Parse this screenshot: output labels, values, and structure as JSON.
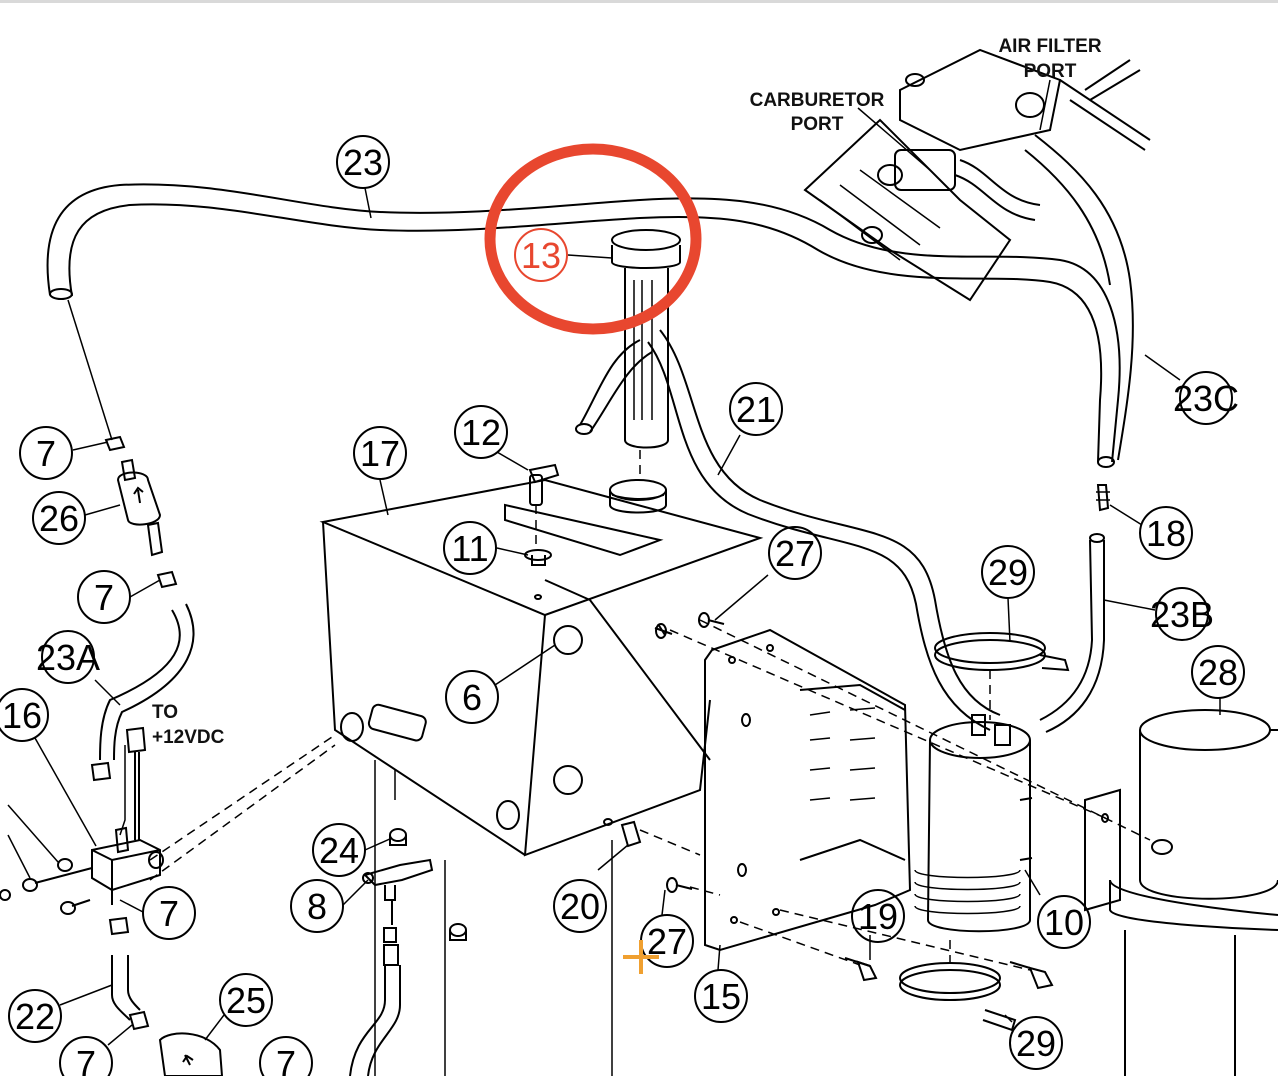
{
  "annotations": {
    "air_filter_port": [
      "AIR FILTER",
      "PORT"
    ],
    "carburetor_port": [
      "CARBURETOR",
      "PORT"
    ],
    "power_source": [
      "TO",
      "+12VDC"
    ]
  },
  "callouts": {
    "c23": "23",
    "c13": "13",
    "c23C": "23C",
    "c21": "21",
    "c12": "12",
    "c17": "17",
    "c7a": "7",
    "c26": "26",
    "c18": "18",
    "c11": "11",
    "c27a": "27",
    "c29a": "29",
    "c7b": "7",
    "c23B": "23B",
    "c23A": "23A",
    "c28": "28",
    "c6": "6",
    "c16": "16",
    "c24": "24",
    "c8": "8",
    "c7c": "7",
    "c20": "20",
    "c19": "19",
    "c10": "10",
    "c27b": "27",
    "c15": "15",
    "c22": "22",
    "c25": "25",
    "c29b": "29",
    "c7d": "7",
    "c7e": "7"
  },
  "colors": {
    "highlight": "#e8472f",
    "cursor": "#f0a030",
    "ink": "#000000"
  }
}
